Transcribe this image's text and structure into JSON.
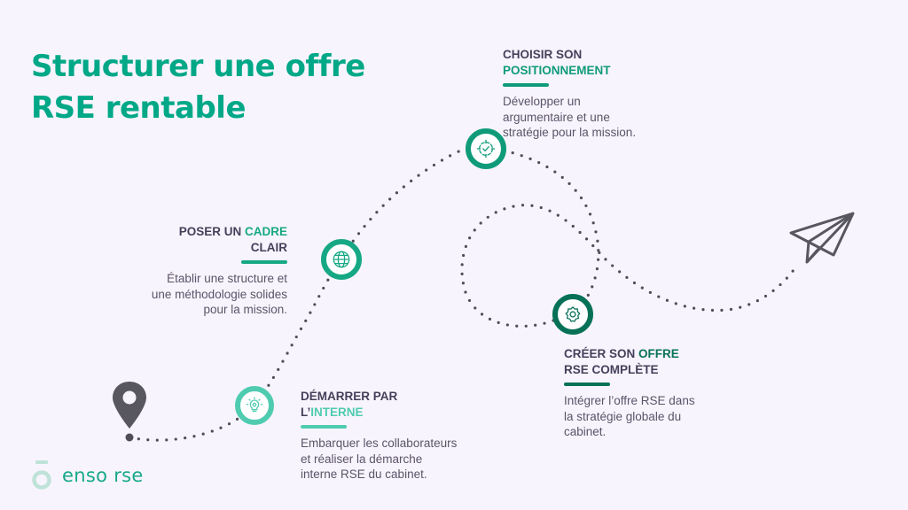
{
  "title": {
    "line1": "Structurer une offre",
    "line2": "RSE rentable"
  },
  "colors": {
    "background": "#f8f4fd",
    "title": "#00a887",
    "heading_dark": "#463f5a",
    "body_text": "#5a5468",
    "path_dots": "#4f4d57",
    "accent_light": "#4fcbb0",
    "accent_mid": "#16a884",
    "accent_teal": "#0f9b7a",
    "accent_dark": "#077158"
  },
  "steps": [
    {
      "id": "demarrer",
      "heading_prefix": "DÉMARRER PAR",
      "heading_line2_prefix": "L’",
      "heading_highlight": "INTERNE",
      "description": [
        "Embarquer les collaborateurs",
        "et réaliser la démarche",
        "interne RSE du cabinet."
      ],
      "icon": "lightbulb-icon",
      "color": "#4fcbb0"
    },
    {
      "id": "cadre",
      "heading_prefix": "POSER UN",
      "heading_highlight": "CADRE",
      "heading_line2": "CLAIR",
      "description": [
        "Établir une structure et",
        "une méthodologie solides",
        "pour la mission."
      ],
      "icon": "globe-icon",
      "color": "#16a884"
    },
    {
      "id": "positionnement",
      "heading_prefix": "CHOISIR SON",
      "heading_highlight": "POSITIONNEMENT",
      "description": [
        "Développer un",
        "argumentaire et une",
        "stratégie pour la mission."
      ],
      "icon": "target-check-icon",
      "color": "#0f9b7a"
    },
    {
      "id": "offre",
      "heading_prefix": "CRÉER SON",
      "heading_highlight": "OFFRE",
      "heading_line2": "RSE COMPLÈTE",
      "description": [
        "Intégrer l’offre RSE dans",
        "la stratégie globale du",
        "cabinet."
      ],
      "icon": "gear-badge-icon",
      "color": "#077158"
    }
  ],
  "decorations": {
    "start_icon": "map-pin-icon",
    "end_icon": "paper-plane-icon"
  },
  "logo": {
    "text": "enso rse",
    "icon": "enso-logo-icon"
  }
}
